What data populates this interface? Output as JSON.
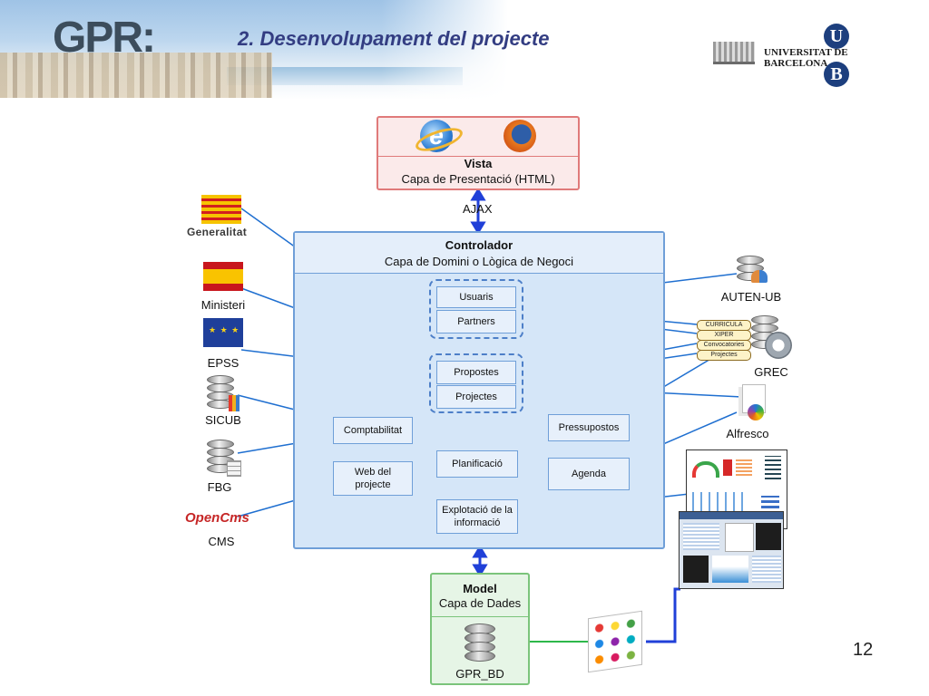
{
  "header": {
    "logo_text": "GPR:",
    "title": "2. Desenvolupament del projecte",
    "university": "UNIVERSITAT DE BARCELONA",
    "university_badges": [
      "U",
      "B"
    ]
  },
  "page_number": "12",
  "vista": {
    "title": "Vista",
    "subtitle": "Capa de Presentació (HTML)",
    "browser_icons": [
      "internet-explorer-icon",
      "firefox-icon"
    ]
  },
  "ajax_label": "AJAX",
  "controlador": {
    "title": "Controlador",
    "subtitle": "Capa de Domini o Lògica de Negoci",
    "modules": {
      "usuaris": "Usuaris",
      "partners": "Partners",
      "propostes": "Propostes",
      "projectes": "Projectes",
      "comptabilitat": "Comptabilitat",
      "web_projecte": "Web del projecte",
      "planificacio": "Planificació",
      "explotacio": "Explotació de la informació",
      "pressupostos": "Pressupostos",
      "agenda": "Agenda"
    }
  },
  "model": {
    "title": "Model",
    "subtitle": "Capa de Dades",
    "db_label": "GPR_BD"
  },
  "external_left": {
    "generalitat": "Generalitat",
    "ministeri": "Ministeri",
    "epss": "EPSS",
    "sicub": "SICUB",
    "fbg": "FBG",
    "opencms_logo": "OpenCms",
    "cms": "CMS"
  },
  "external_right": {
    "auten_ub": "AUTEN-UB",
    "grec": "GREC",
    "grec_tags": [
      "CURRICULA",
      "XIPER",
      "Convocatories",
      "Projectes"
    ],
    "alfresco": "Alfresco"
  },
  "colors": {
    "title": "#333d82",
    "link_blue": "#1f6fd0",
    "link_green": "#2db84a",
    "vista_border": "#e07a7a",
    "controller_border": "#6f9fd8",
    "model_border": "#7bc47b"
  }
}
